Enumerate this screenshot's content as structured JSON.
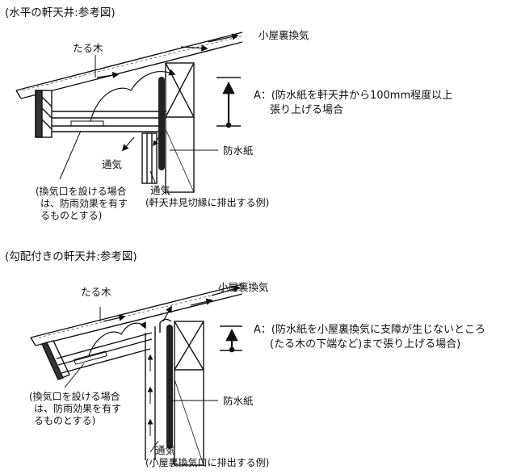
{
  "diagram1": {
    "title": "(水平の軒天井:参考図)",
    "rafter": "たる木",
    "attic_vent": "小屋裏換気",
    "ann_line1": "A：(防水紙を軒天井から100mm程度以上",
    "ann_line2": "張り上げる場合",
    "vent_left": "通気",
    "membrane": "防水紙",
    "note_line1": "(換気口を設ける場合",
    "note_line2": "は、防雨効果を有す",
    "note_line3": "るものとする)",
    "vent_bottom": "通気",
    "vent_bottom_sub": "(軒天井見切縁に排出する例)"
  },
  "diagram2": {
    "title": "(勾配付きの軒天井:参考図)",
    "rafter": "たる木",
    "attic_vent": "小屋裏換気",
    "ann_line1": "A：(防水紙を小屋裏換気に支障が生じないところ",
    "ann_line2": "(たる木の下端など)まで張り上げる場合)",
    "membrane": "防水紙",
    "note_line1": "(換気口を設ける場合",
    "note_line2": "は、防雨効果を有す",
    "note_line3": "るものとする)",
    "vent_bottom": "通気",
    "vent_bottom_sub": "(小屋裏換気口に排出する例)"
  }
}
